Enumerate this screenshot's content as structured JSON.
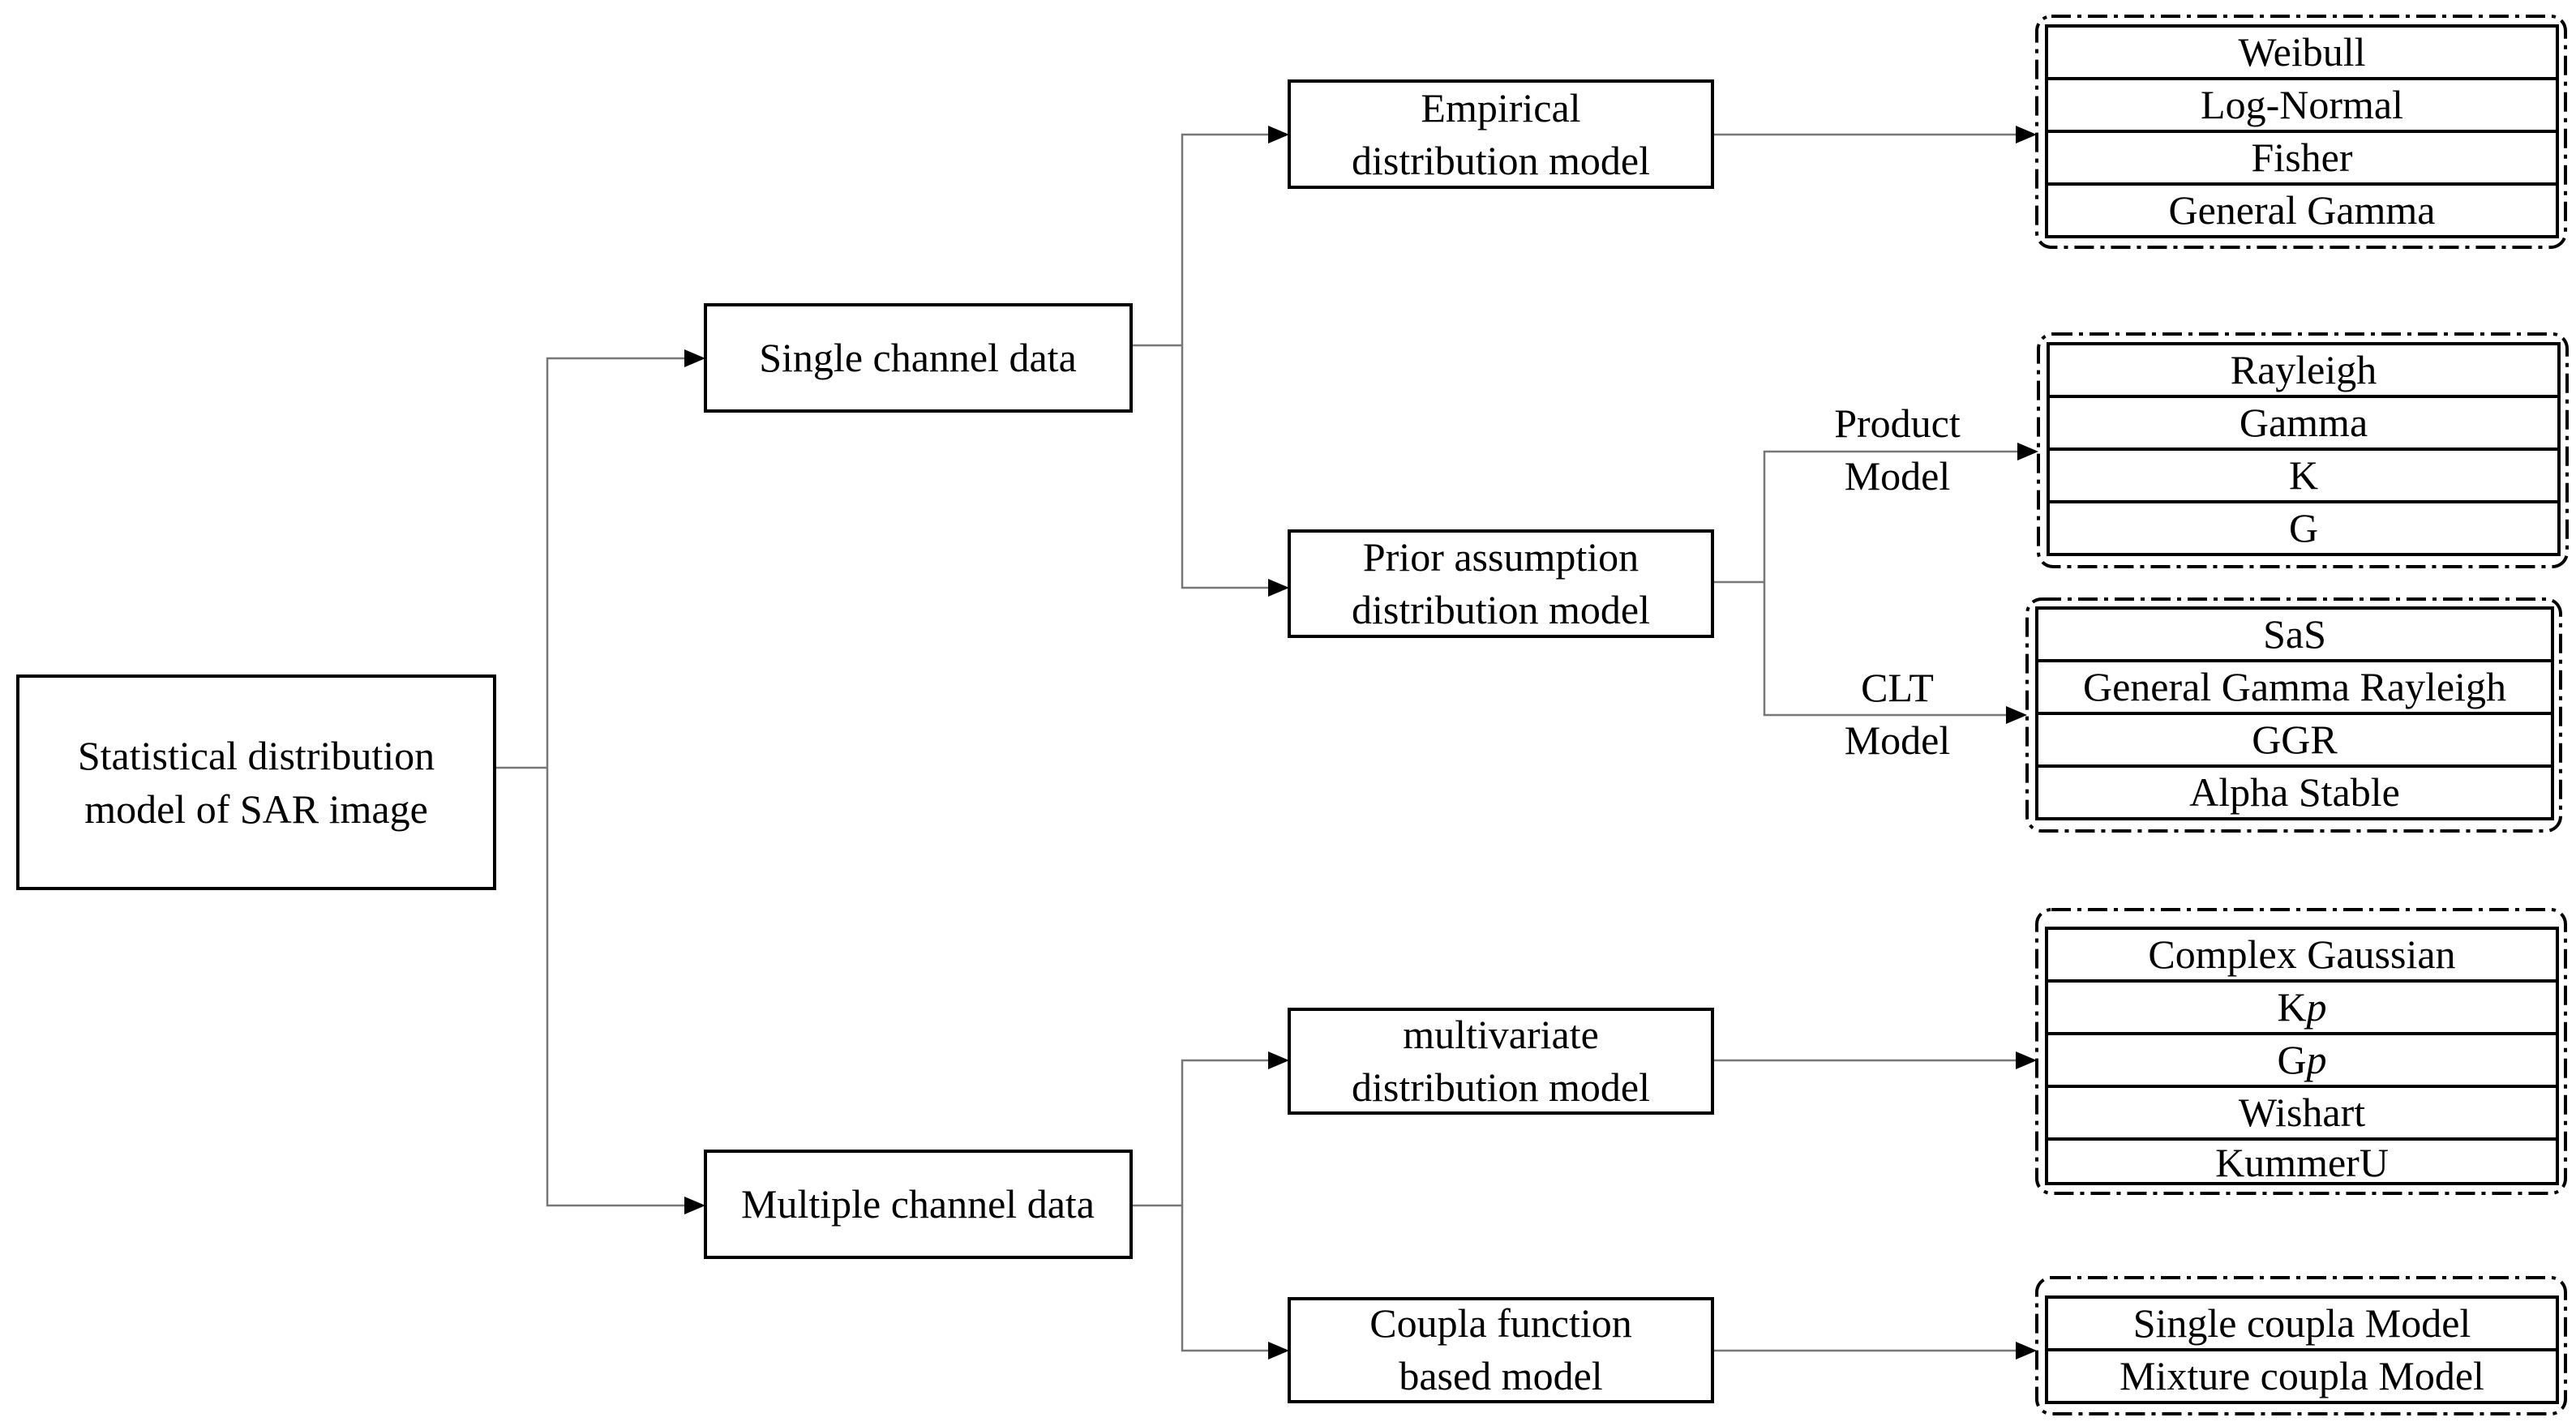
{
  "root": {
    "lines": [
      "Statistical distribution",
      "model of SAR image"
    ]
  },
  "branches": {
    "single": {
      "label": "Single channel data"
    },
    "multiple": {
      "label": "Multiple channel data"
    }
  },
  "models": {
    "empirical": {
      "lines": [
        "Empirical",
        "distribution model"
      ]
    },
    "prior": {
      "lines": [
        "Prior assumption",
        "distribution model"
      ]
    },
    "multivariate": {
      "lines": [
        "multivariate",
        "distribution model"
      ]
    },
    "coupla": {
      "lines": [
        "Coupla function",
        "based model"
      ]
    }
  },
  "edge_labels": {
    "product": [
      "Product",
      "Model"
    ],
    "clt": [
      "CLT",
      "Model"
    ]
  },
  "groups": {
    "empirical": [
      "Weibull",
      "Log-Normal",
      "Fisher",
      "General Gamma"
    ],
    "product": [
      "Rayleigh",
      "Gamma",
      "K",
      "G"
    ],
    "clt": [
      "SaS",
      "General Gamma Rayleigh",
      "GGR",
      "Alpha Stable"
    ],
    "multivariate": [
      {
        "base": "Complex Gaussian",
        "sub": ""
      },
      {
        "base": "K",
        "sub": "p"
      },
      {
        "base": "G",
        "sub": "p"
      },
      {
        "base": "Wishart",
        "sub": ""
      },
      {
        "base": "KummerU",
        "sub": ""
      }
    ],
    "coupla": [
      "Single coupla Model",
      "Mixture coupla Model"
    ]
  }
}
